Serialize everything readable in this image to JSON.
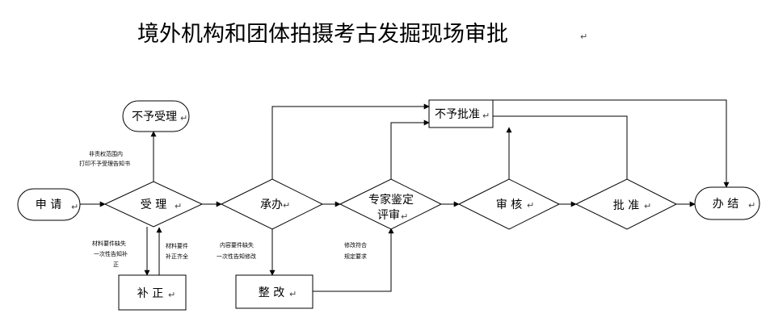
{
  "title": "境外机构和团体拍摄考古发掘现场审批",
  "paragraph_mark": "↵",
  "nodes": {
    "apply": "申  请",
    "reject_accept": "不予受理",
    "accept": "受  理",
    "undertake": "承办",
    "expert_review_line1": "专家鉴定",
    "expert_review_line2": "评审",
    "review": "审  核",
    "approve": "批  准",
    "conclude": "办  结",
    "reject_approve": "不予批准",
    "supplement": "补  正",
    "rectify": "整  改"
  },
  "notes": {
    "out_of_scope_line1": "非责权范围内",
    "out_of_scope_line2": "打印不予受理告知书",
    "incomplete_line1": "材料要件缺失",
    "incomplete_line2": "一次性告知补",
    "incomplete_line3": "正",
    "complete_line1": "材料要件",
    "complete_line2": "补正齐全",
    "content_missing_line1": "内容要件缺失",
    "content_missing_line2": "一次性告知修改",
    "rectified_line1": "修改符合",
    "rectified_line2": "规定要求"
  }
}
